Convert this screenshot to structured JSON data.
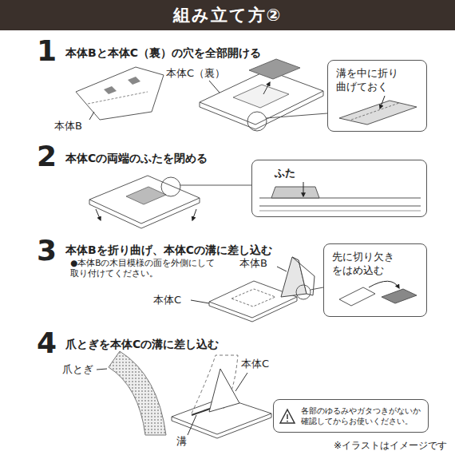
{
  "diagram": {
    "title": "組み立て方②",
    "nodes": [
      {
        "text": [
          "溝を中に折り 曲げておく"
        ]
      },
      {
        "text": [
          "ふた"
        ]
      },
      {
        "text": [
          "先に切り欠き をはめ込む"
        ]
      },
      {
        "text": [
          "各部のゆるみやガタつきがないか 確認してからお使いください。"
        ]
      }
    ],
    "labels": [
      "1",
      "本体Bと本体C（裏）の穴を全部開ける",
      "本体C（裏）",
      "本体B",
      "2",
      "本体Cの両端のふたを閉める",
      "3",
      "本体Bを折り曲げ、本体Cの溝に差し込む",
      "●本体Bの木目模様の面を外側にして 取り付けてください。",
      "本体B",
      "本体C",
      "4",
      "爪とぎを本体Cの溝に差し込む",
      "爪とぎ",
      "本体C",
      "溝",
      "※イラストはイメージです"
    ]
  }
}
